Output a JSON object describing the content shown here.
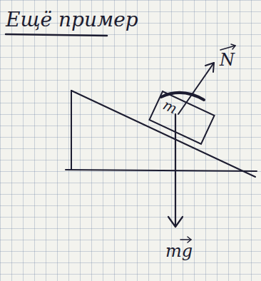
{
  "diagram": {
    "title": "Ещё пример",
    "nodes": [
      {
        "text": [
          "m"
        ]
      }
    ],
    "labels": [
      "N",
      "mg"
    ]
  }
}
